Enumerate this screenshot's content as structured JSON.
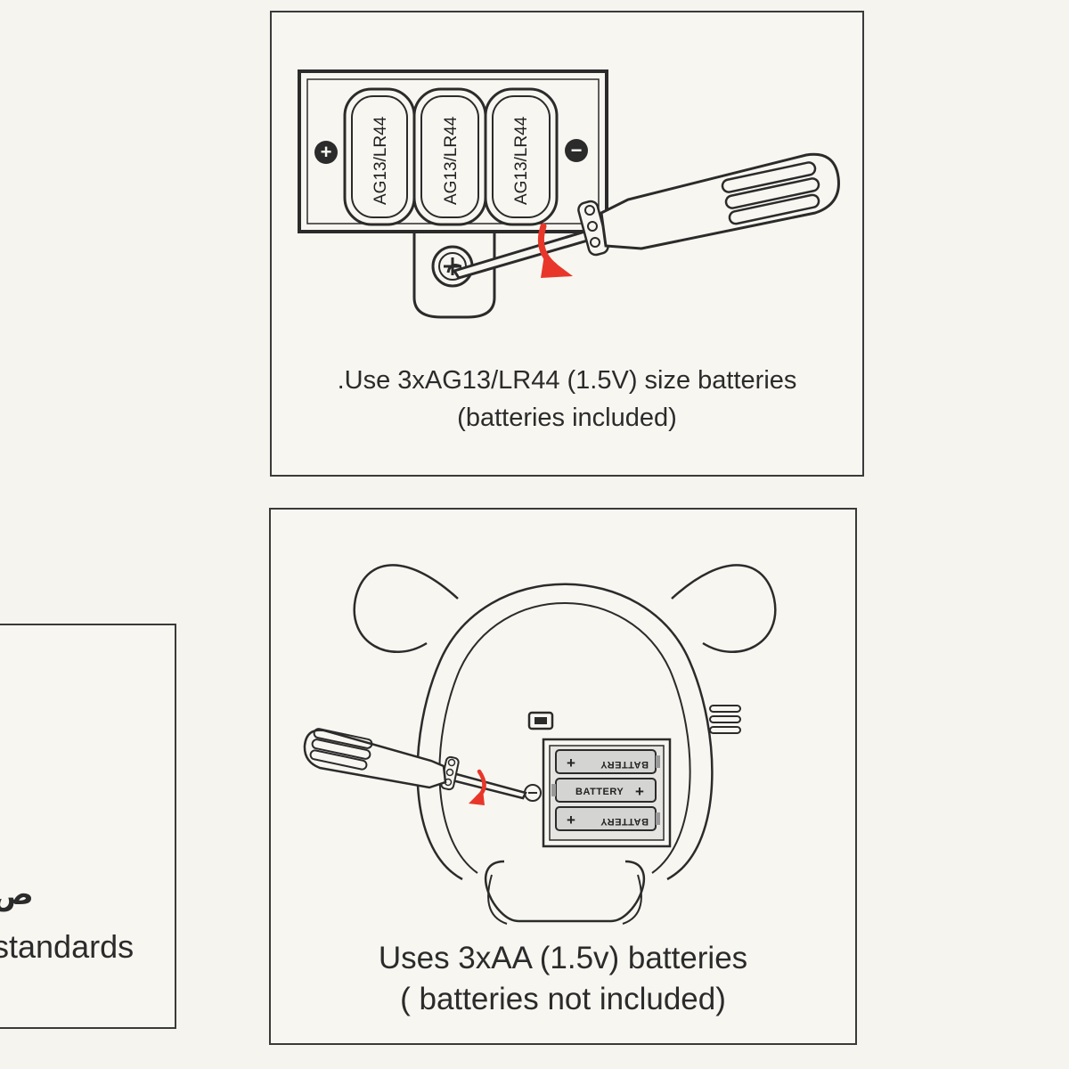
{
  "top_panel": {
    "battery_labels": [
      "AG13/LR44",
      "AG13/LR44",
      "AG13/LR44"
    ],
    "plus_symbol": "+",
    "minus_symbol": "−",
    "caption_line1": ".Use 3xAG13/LR44 (1.5V) size batteries",
    "caption_line2": "(batteries included)"
  },
  "bottom_panel": {
    "battery_labels": [
      "BATTERY",
      "BATTERY",
      "BATTERY"
    ],
    "caption_line1": "Uses 3xAA (1.5v) batteries",
    "caption_line2": "( batteries not included)"
  },
  "left_panel": {
    "glyph": "ص",
    "text": "standards"
  },
  "colors": {
    "arrow": "#e8372a",
    "line": "#2b2b2b",
    "background": "#f6f4ef"
  }
}
